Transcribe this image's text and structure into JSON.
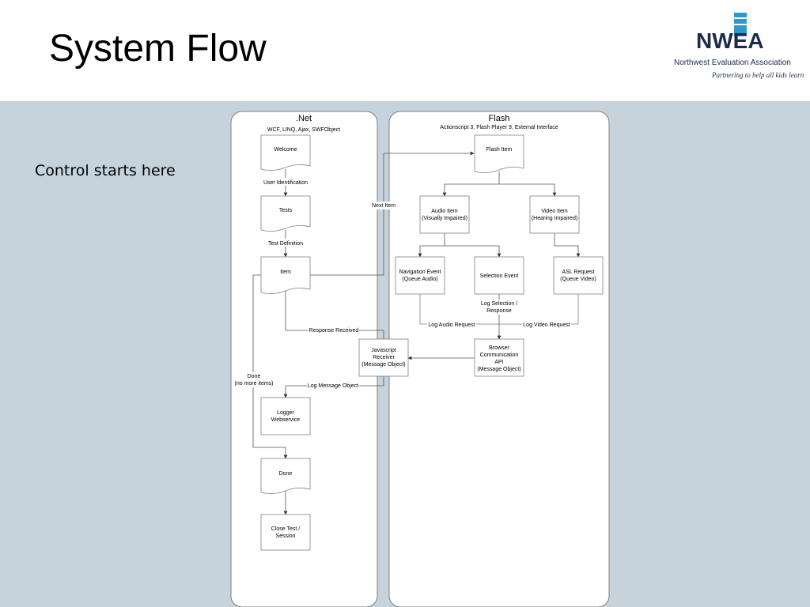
{
  "slide": {
    "title": "System Flow",
    "control_text": "Control starts here"
  },
  "logo": {
    "word": "NWEA",
    "name": "Northwest Evaluation Association",
    "tagline": "Partnering to help all kids learn"
  },
  "lanes": {
    "net": {
      "title": ".Net",
      "subtitle": "WCF, LINQ, Ajax, SWFObject"
    },
    "flash": {
      "title": "Flash",
      "subtitle": "Actionscript 3, Flash Player 9, External Interface"
    }
  },
  "nodes": {
    "welcome": [
      "Welcome"
    ],
    "tests": [
      "Tests"
    ],
    "item": [
      "Item"
    ],
    "js_receiver": [
      "Javascript",
      "Receiver",
      "(Message Object)"
    ],
    "logger": [
      "Logger",
      "Webservice"
    ],
    "done": [
      "Done"
    ],
    "close_test": [
      "Close Test /",
      "Session"
    ],
    "flash_item": [
      "Flash Item"
    ],
    "audio_item": [
      "Audio Item",
      "(Visually Impaired)"
    ],
    "video_item": [
      "Video Item",
      "(Hearing Impaired)"
    ],
    "nav_event": [
      "Navigation Event",
      "(Queue Audio)"
    ],
    "selection_event": [
      "Selection Event"
    ],
    "asl_request": [
      "ASL Request",
      "(Queue Video)"
    ],
    "browser_api": [
      "Browser",
      "Communication",
      "API",
      "(Message Object)"
    ]
  },
  "edge_labels": {
    "user_identification": [
      "User Identification"
    ],
    "test_definition": [
      "Test Definition"
    ],
    "next_item": [
      "Next Item"
    ],
    "response_received": [
      "Response Received"
    ],
    "log_message_object": [
      "Log Message Object"
    ],
    "done_no_more": [
      "Done",
      "(no more items)"
    ],
    "log_selection": [
      "Log Selection /",
      "Response"
    ],
    "log_audio_request": [
      "Log Audio Request"
    ],
    "log_video_request": [
      "Log Video Request"
    ]
  },
  "colors": {
    "background": "#c6d3dd",
    "lane_fill": "#ffffff",
    "stroke": "#7f7f7f",
    "logo_blue": "#2e98c8",
    "logo_navy": "#1c2b4d"
  }
}
